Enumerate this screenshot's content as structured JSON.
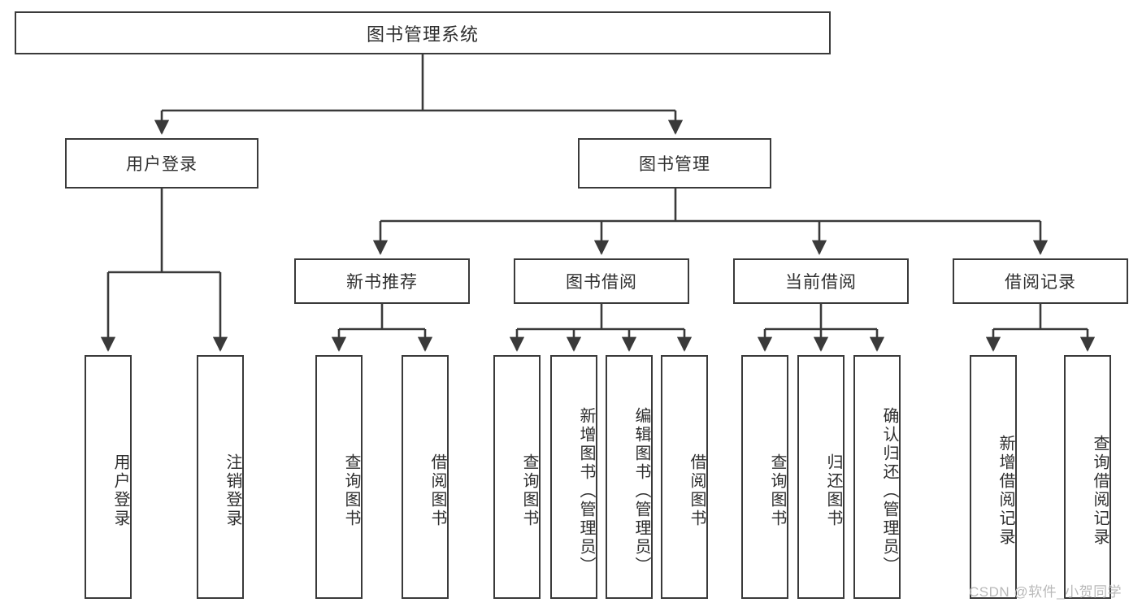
{
  "diagram": {
    "title": "图书管理系统",
    "type": "functional-structure-tree",
    "watermark": "CSDN @软件_小贺同学",
    "colors": {
      "background": "#ffffff",
      "box_border": "#3a3a3a",
      "box_fill": "#ffffff",
      "text": "#2f2f2f",
      "connector": "#3a3a3a",
      "watermark": "#b9b9b9"
    },
    "levels": {
      "root": {
        "label": "图书管理系统"
      },
      "level2": [
        {
          "id": "user-login",
          "label": "用户登录"
        },
        {
          "id": "book-management",
          "label": "图书管理"
        }
      ],
      "level3": [
        {
          "id": "new-book-recommend",
          "label": "新书推荐",
          "parent": "book-management"
        },
        {
          "id": "book-borrow",
          "label": "图书借阅",
          "parent": "book-management"
        },
        {
          "id": "current-borrow",
          "label": "当前借阅",
          "parent": "book-management"
        },
        {
          "id": "borrow-record",
          "label": "借阅记录",
          "parent": "book-management"
        }
      ],
      "level4": [
        {
          "id": "leaf-1",
          "label": "用户登录",
          "parent": "user-login"
        },
        {
          "id": "leaf-2",
          "label": "注销登录",
          "parent": "user-login"
        },
        {
          "id": "leaf-3",
          "label": "查询图书",
          "parent": "new-book-recommend"
        },
        {
          "id": "leaf-4",
          "label": "借阅图书",
          "parent": "new-book-recommend"
        },
        {
          "id": "leaf-5",
          "label": "查询图书",
          "parent": "book-borrow"
        },
        {
          "id": "leaf-6",
          "label": "新增图书（管理员）",
          "parent": "book-borrow"
        },
        {
          "id": "leaf-7",
          "label": "编辑图书（管理员）",
          "parent": "book-borrow"
        },
        {
          "id": "leaf-8",
          "label": "借阅图书",
          "parent": "book-borrow"
        },
        {
          "id": "leaf-9",
          "label": "查询图书",
          "parent": "current-borrow"
        },
        {
          "id": "leaf-10",
          "label": "归还图书",
          "parent": "current-borrow"
        },
        {
          "id": "leaf-11",
          "label": "确认归还（管理员）",
          "parent": "current-borrow"
        },
        {
          "id": "leaf-12",
          "label": "新增借阅记录",
          "parent": "borrow-record"
        },
        {
          "id": "leaf-13",
          "label": "查询借阅记录",
          "parent": "borrow-record"
        }
      ]
    }
  }
}
